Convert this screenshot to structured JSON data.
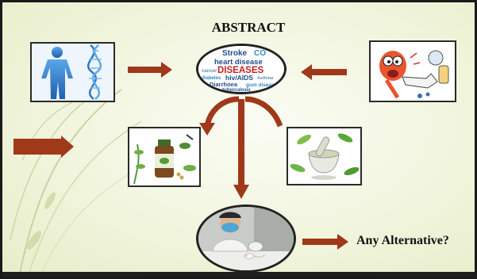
{
  "title": "ABSTRACT",
  "word_cloud": {
    "center_word": "DISEASES",
    "words": [
      "Stroke",
      "CO",
      "heart disease",
      "cancer",
      "diabetes",
      "hiv/AIDS",
      "Diarrhoea",
      "gum diseas",
      "tuberculosis",
      "Asthma"
    ]
  },
  "outcome_label": "Any Alternative?",
  "colors": {
    "arrow": "#a0381a",
    "diseases_text": "#c8201e",
    "cloud_blue": "#1f4f8c",
    "background": "#f1f5dd"
  },
  "icons": [
    "human-dna-illustration",
    "sick-person-cartoon",
    "herbal-supplement-bottle",
    "mortar-pestle-herbs",
    "lab-researcher-mouse"
  ]
}
